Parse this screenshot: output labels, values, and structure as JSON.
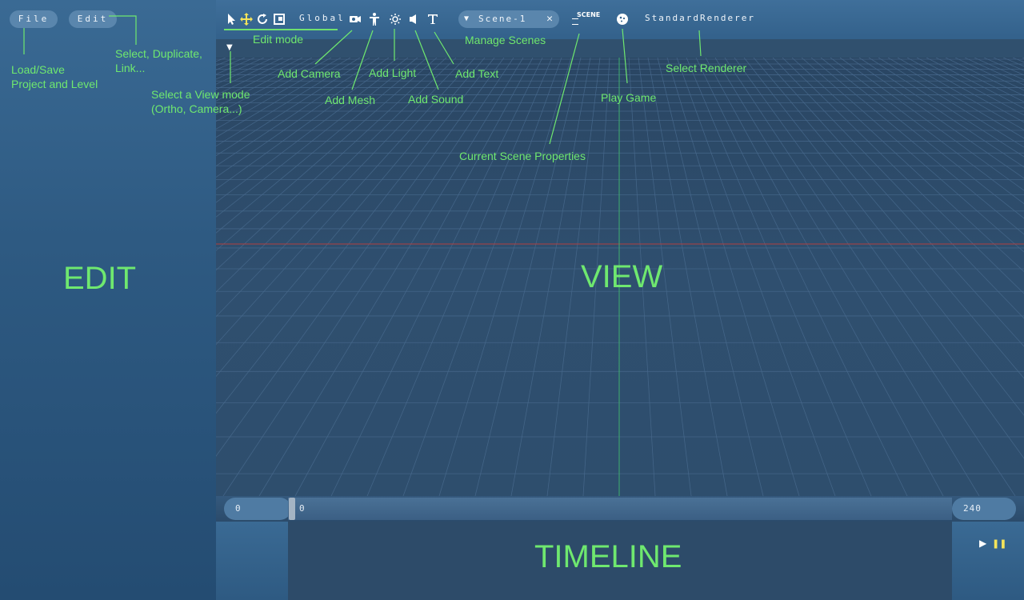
{
  "menu": {
    "file_label": "File",
    "edit_label": "Edit"
  },
  "toolbar": {
    "space_label": "Global",
    "scene_name": "Scene-1",
    "scene_props_label": "SCENE",
    "renderer_label": "StandardRenderer"
  },
  "timeline": {
    "start": "0",
    "current": "0",
    "end": "240"
  },
  "annotations": {
    "load_save": "Load/Save\nProject and Level",
    "select_dup": "Select, Duplicate,\nLink...",
    "edit_mode": "Edit mode",
    "view_mode": "Select a View mode\n(Ortho, Camera...)",
    "add_camera": "Add Camera",
    "add_mesh": "Add Mesh",
    "add_light": "Add Light",
    "add_sound": "Add Sound",
    "add_text": "Add Text",
    "manage_scenes": "Manage Scenes",
    "current_scene_props": "Current Scene Properties",
    "play_game": "Play Game",
    "select_renderer": "Select Renderer"
  },
  "regions": {
    "edit": "EDIT",
    "view": "VIEW",
    "timeline": "TIMELINE"
  },
  "colors": {
    "annotation": "#6fe86f",
    "accent_green": "#6fe06f",
    "axis_red": "#b04040"
  },
  "icons": [
    "select-arrow-icon",
    "move-icon",
    "rotate-icon",
    "scale-icon",
    "camera-icon",
    "mesh-figure-icon",
    "light-sun-icon",
    "sound-speaker-icon",
    "text-t-icon",
    "dropdown-triangle-icon",
    "close-x-icon",
    "scene-properties-icon",
    "play-game-icon",
    "play-icon",
    "pause-icon"
  ]
}
